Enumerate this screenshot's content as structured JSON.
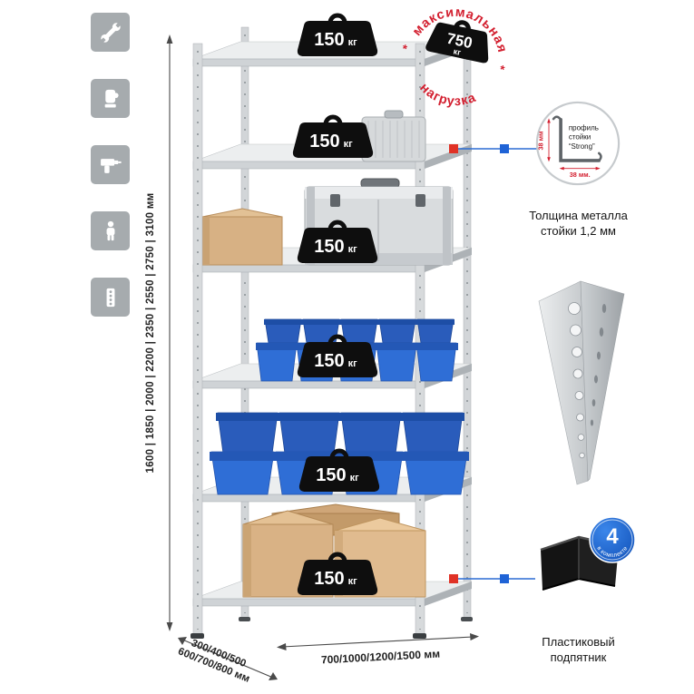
{
  "colors": {
    "accent_red": "#d32030",
    "accent_blue": "#1f63d6",
    "icon_gray": "#a6abae",
    "metal_light": "#eceeef",
    "metal_mid": "#cfd3d6",
    "bin_blue": "#2f6ed6",
    "box_tan": "#d9b285",
    "weight_black": "#0e0e0e"
  },
  "sidebar": {
    "icons": [
      {
        "name": "wrench-icon"
      },
      {
        "name": "gloves-icon"
      },
      {
        "name": "drill-icon"
      },
      {
        "name": "person-icon"
      },
      {
        "name": "rack-post-icon"
      }
    ]
  },
  "dimensions": {
    "height": "1600 | 1850 | 2000 | 2200 | 2350 | 2550 | 2750 | 3100 мм",
    "depth_line1": "300/400/500",
    "depth_line2": "600/700/800 мм",
    "width": "700/1000/1200/1500 мм"
  },
  "shelves": [
    {
      "load_value": "150",
      "load_unit": "кг"
    },
    {
      "load_value": "150",
      "load_unit": "кг"
    },
    {
      "load_value": "150",
      "load_unit": "кг"
    },
    {
      "load_value": "150",
      "load_unit": "кг"
    },
    {
      "load_value": "150",
      "load_unit": "кг"
    },
    {
      "load_value": "150",
      "load_unit": "кг"
    }
  ],
  "max_load_stamp": {
    "arc_top": "максимальная",
    "arc_bottom": "нагрузка",
    "star_left": "*",
    "star_right": "*",
    "value": "750",
    "unit": "кг"
  },
  "profile_callout": {
    "height_dim": "38 мм",
    "width_dim": "38 мм.",
    "line1": "профиль",
    "line2": "стойки",
    "line3": "“Strong”",
    "caption1": "Толщина металла",
    "caption2": "стойки 1,2 мм"
  },
  "foot_callout": {
    "badge_value": "4",
    "badge_text": "в комплекте",
    "caption1": "Пластиковый",
    "caption2": "подпятник"
  }
}
